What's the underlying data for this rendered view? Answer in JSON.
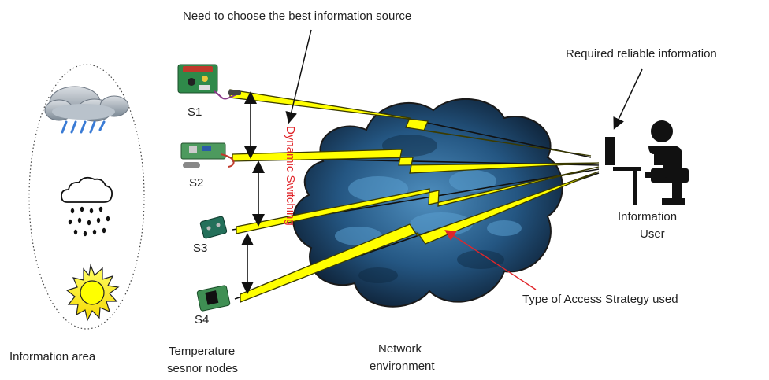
{
  "labels": {
    "top_note": "Need to  choose the best information source",
    "required_info": "Required reliable information",
    "dynamic_switching": "Dynamic Switching",
    "access_strategy": "Type of Access Strategy used",
    "info_user_line1": "Information",
    "info_user_line2": "User",
    "info_area": "Information area",
    "temp_nodes_line1": "Temperature",
    "temp_nodes_line2": "sesnor nodes",
    "network_line1": "Network",
    "network_line2": "environment"
  },
  "sensors": [
    {
      "id": "S1",
      "label": "S1"
    },
    {
      "id": "S2",
      "label": "S2"
    },
    {
      "id": "S3",
      "label": "S3"
    },
    {
      "id": "S4",
      "label": "S4"
    }
  ],
  "weather_icons": [
    "storm-cloud-icon",
    "rain-cloud-icon",
    "sun-icon"
  ],
  "colors": {
    "cloud_dark": "#0b1a2c",
    "cloud_light": "#4f8fbf",
    "lightning_fill": "#ffff00",
    "lightning_edge": "#3b3b00",
    "annotation_red": "#e0262b",
    "pcb_green": "#2f8a4a",
    "sun_yellow": "#ffff00"
  }
}
